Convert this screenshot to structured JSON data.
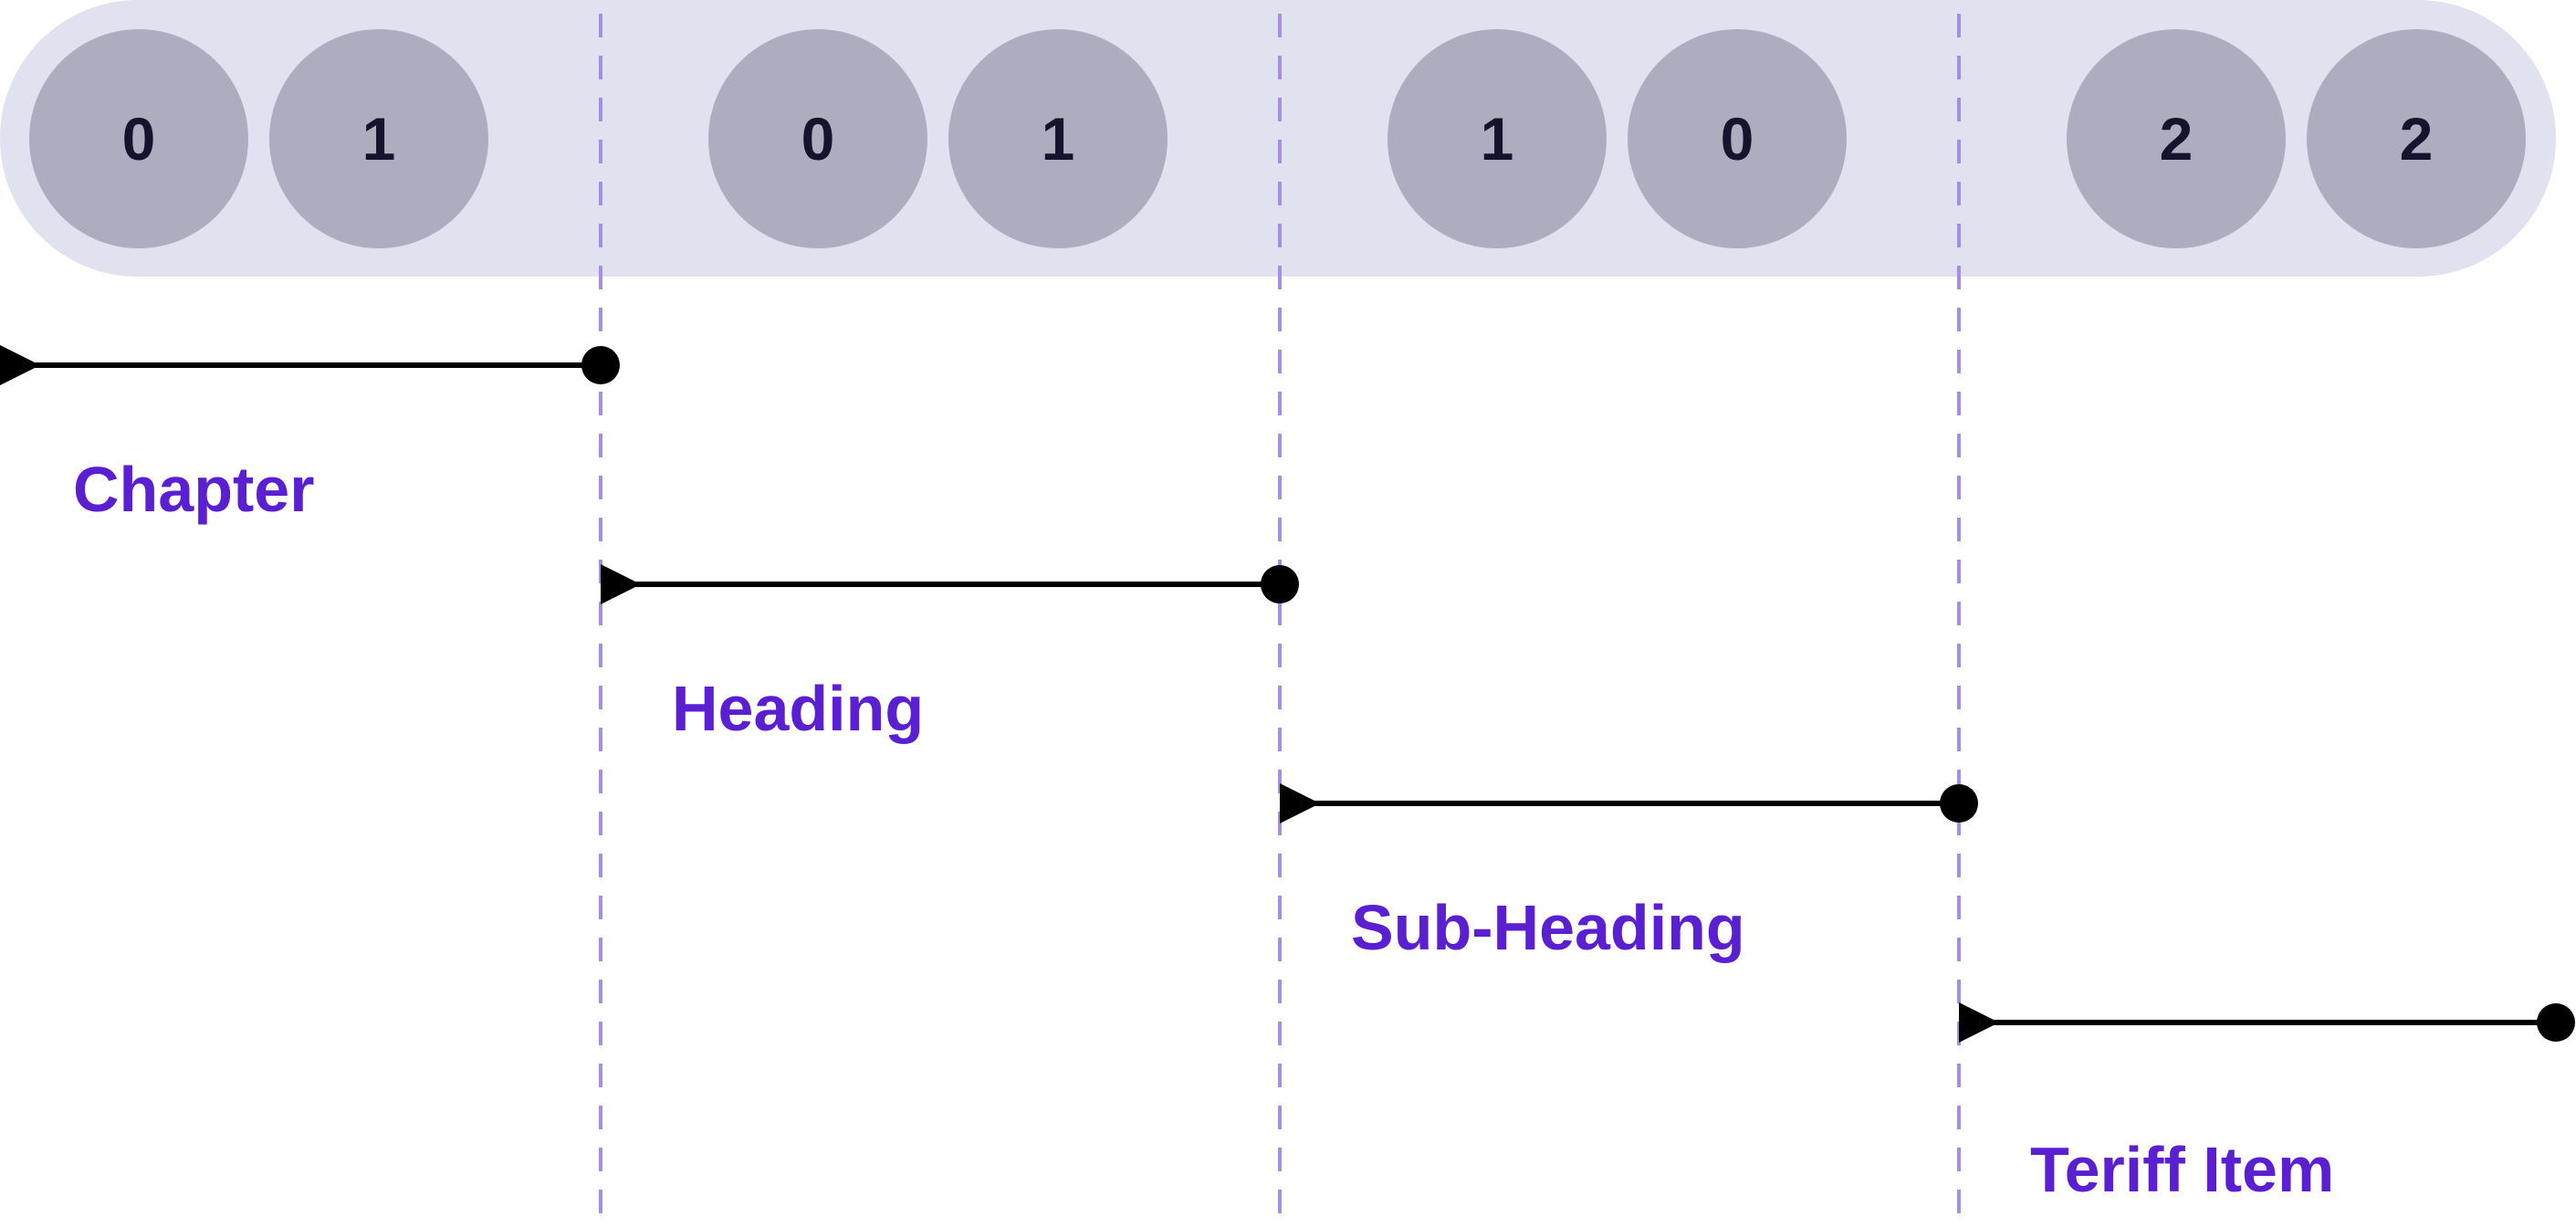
{
  "code": {
    "digits": [
      "0",
      "1",
      "0",
      "1",
      "1",
      "0",
      "2",
      "2"
    ]
  },
  "levels": [
    {
      "label": "Chapter"
    },
    {
      "label": "Heading"
    },
    {
      "label": "Sub-Heading"
    },
    {
      "label": "Teriff Item"
    }
  ],
  "colors": {
    "band": "#e1e2ef",
    "digit_circle": "#adadbf",
    "digit_text": "#15132e",
    "label": "#5a1fd1",
    "divider": "#a58fe6",
    "line": "#000000"
  }
}
